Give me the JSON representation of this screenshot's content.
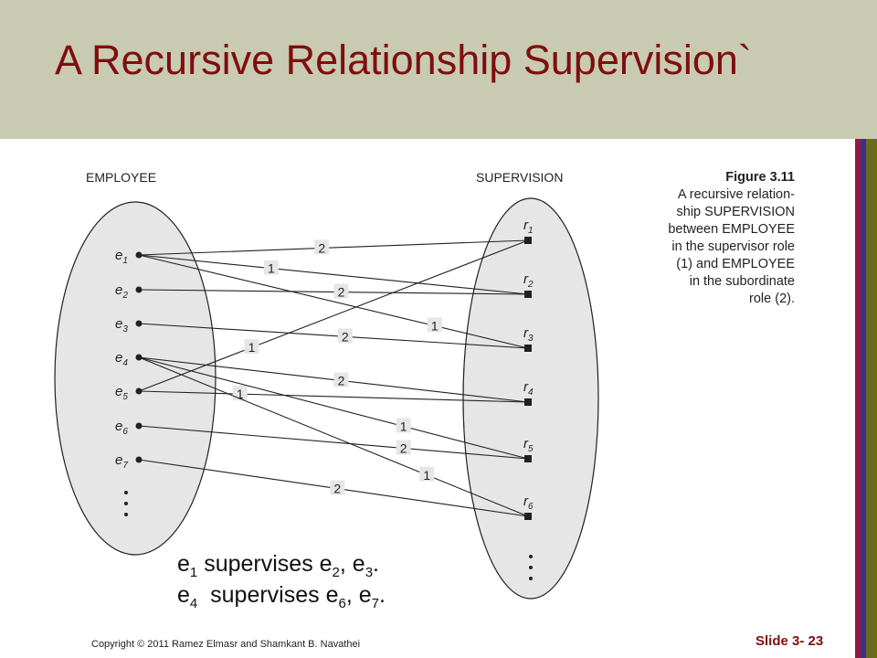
{
  "title": "A Recursive Relationship Supervision`",
  "diagram": {
    "left_set_label": "EMPLOYEE",
    "right_set_label": "SUPERVISION",
    "employees": [
      {
        "base": "e",
        "sub": "1"
      },
      {
        "base": "e",
        "sub": "2"
      },
      {
        "base": "e",
        "sub": "3"
      },
      {
        "base": "e",
        "sub": "4"
      },
      {
        "base": "e",
        "sub": "5"
      },
      {
        "base": "e",
        "sub": "6"
      },
      {
        "base": "e",
        "sub": "7"
      }
    ],
    "relationships": [
      {
        "base": "r",
        "sub": "1"
      },
      {
        "base": "r",
        "sub": "2"
      },
      {
        "base": "r",
        "sub": "3"
      },
      {
        "base": "r",
        "sub": "4"
      },
      {
        "base": "r",
        "sub": "5"
      },
      {
        "base": "r",
        "sub": "6"
      }
    ],
    "links": [
      {
        "employee": 1,
        "relationship": 1,
        "role": "2"
      },
      {
        "employee": 1,
        "relationship": 2,
        "role": "1"
      },
      {
        "employee": 2,
        "relationship": 2,
        "role": "2"
      },
      {
        "employee": 1,
        "relationship": 3,
        "role": "1"
      },
      {
        "employee": 3,
        "relationship": 3,
        "role": "2"
      },
      {
        "employee": 5,
        "relationship": 1,
        "role": "1"
      },
      {
        "employee": 4,
        "relationship": 4,
        "role": "2"
      },
      {
        "employee": 5,
        "relationship": 4,
        "role": "1"
      },
      {
        "employee": 4,
        "relationship": 5,
        "role": "1"
      },
      {
        "employee": 6,
        "relationship": 5,
        "role": "2"
      },
      {
        "employee": 4,
        "relationship": 6,
        "role": "1"
      },
      {
        "employee": 7,
        "relationship": 6,
        "role": "2"
      }
    ]
  },
  "caption": {
    "figure_title": "Figure 3.11",
    "lines": [
      "A recursive relation-",
      "ship SUPERVISION",
      "between EMPLOYEE",
      "in the supervisor role",
      "(1) and EMPLOYEE",
      "in the subordinate",
      "role (2)."
    ]
  },
  "statements": [
    {
      "pre": "e",
      "s0": "1",
      "verb": " supervises e",
      "s1": "2",
      "mid": ", e",
      "s2": "3",
      "end": "."
    },
    {
      "pre": "e",
      "s0": "4",
      "verb": "  supervises e",
      "s1": "6",
      "mid": ", e",
      "s2": "7",
      "end": "."
    }
  ],
  "footer": {
    "copyright": "Copyright © 2011 Ramez Elmasr and Shamkant B. Navathei",
    "slide": "Slide 3- 23"
  },
  "colors": {
    "title": "#7f0e0e",
    "header_bg": "#c8cbb1",
    "set_fill": "#e6e6e6",
    "ink": "#231f20"
  }
}
